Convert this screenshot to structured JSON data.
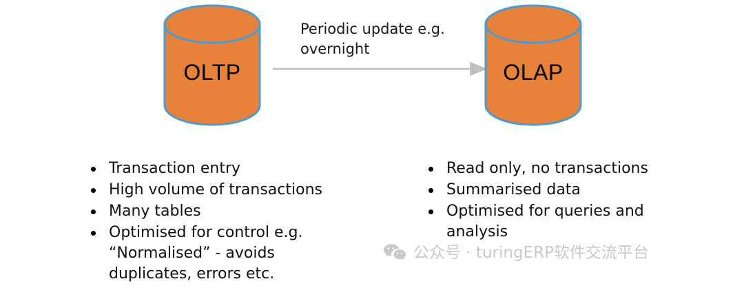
{
  "diagram": {
    "type": "oltp-olap-comparison",
    "colors": {
      "cylinder_fill": "#E8813A",
      "cylinder_stroke": "#4A9BD1",
      "arrow": "#BFBFBF",
      "text": "#111111",
      "watermark": "#C9C9C9"
    },
    "nodes": [
      {
        "id": "oltp",
        "label": "OLTP",
        "shape": "cylinder"
      },
      {
        "id": "olap",
        "label": "OLAP",
        "shape": "cylinder"
      }
    ],
    "edges": [
      {
        "from": "oltp",
        "to": "olap",
        "label_line1": "Periodic update e.g.",
        "label_line2": "overnight",
        "style": "arrow-right"
      }
    ]
  },
  "oltp_list": {
    "items": [
      "Transaction entry",
      "High volume of transactions",
      "Many tables",
      "Optimised for control e.g. “Normalised” - avoids duplicates, errors etc."
    ]
  },
  "olap_list": {
    "items": [
      "Read only, no transactions",
      "Summarised data",
      "Optimised for queries and analysis"
    ]
  },
  "watermark": {
    "icon": "wechat-icon",
    "text": "公众号 · turingERP软件交流平台"
  }
}
